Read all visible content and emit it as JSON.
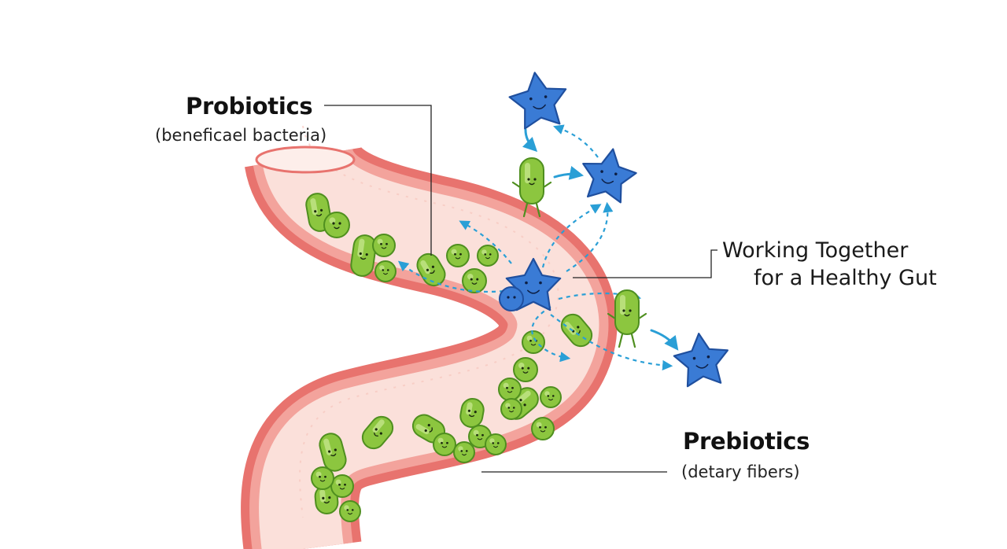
{
  "labels": {
    "probiotics_title": "Probiotics",
    "probiotics_sub": "(beneficael bacteria)",
    "working_line1": "Working Together",
    "working_line2": "for a Healthy Gut",
    "prebiotics_title": "Prebiotics",
    "prebiotics_sub": "(detary fibers)"
  },
  "colors": {
    "gut_outer": "#e8736e",
    "gut_wall": "#f3a39c",
    "gut_lumen": "#fbe0da",
    "bacteria_fill": "#8cc63f",
    "bacteria_dark": "#4f8f1f",
    "fiber_star": "#3a7bd5",
    "fiber_dark": "#1f4f9e",
    "arrow": "#2a9fd6"
  },
  "icons": {
    "bacteria": "green-bacteria-icon",
    "fiber": "blue-star-fiber-icon"
  }
}
